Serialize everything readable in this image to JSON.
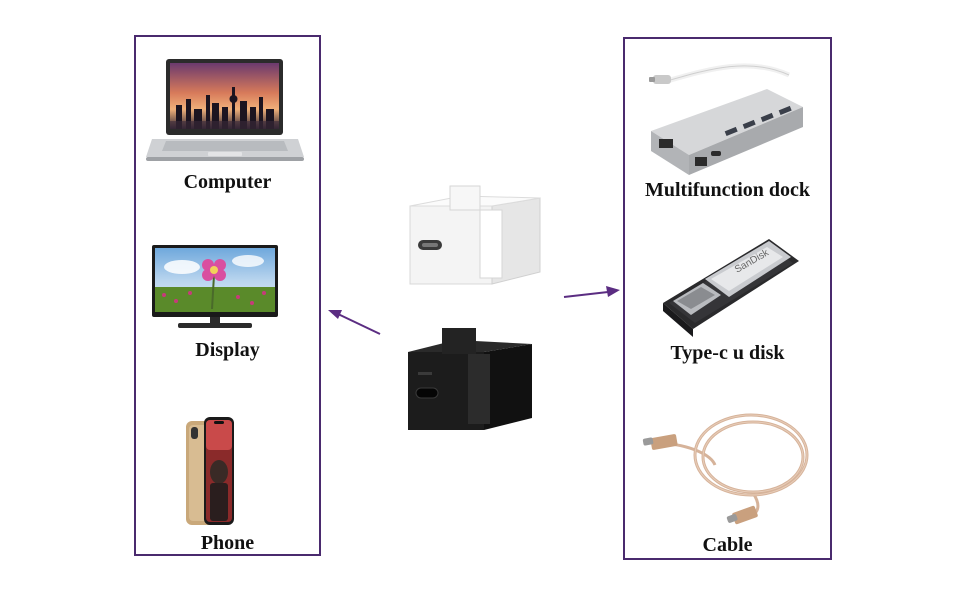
{
  "left_devices": [
    {
      "label": "Computer",
      "icon": "laptop-icon"
    },
    {
      "label": "Display",
      "icon": "monitor-icon"
    },
    {
      "label": "Phone",
      "icon": "smartphone-icon"
    }
  ],
  "right_devices": [
    {
      "label": "Multifunction dock",
      "icon": "usb-hub-icon"
    },
    {
      "label": "Type-c u disk",
      "icon": "usb-flash-drive-icon"
    },
    {
      "label": "Cable",
      "icon": "usb-c-cable-icon"
    }
  ],
  "center": {
    "adapters": [
      {
        "color": "white",
        "icon": "white-keystone-adapter-icon"
      },
      {
        "color": "black",
        "icon": "black-keystone-adapter-icon"
      }
    ]
  },
  "colors": {
    "frame": "#4a2a6e",
    "arrow": "#5b2d82"
  }
}
